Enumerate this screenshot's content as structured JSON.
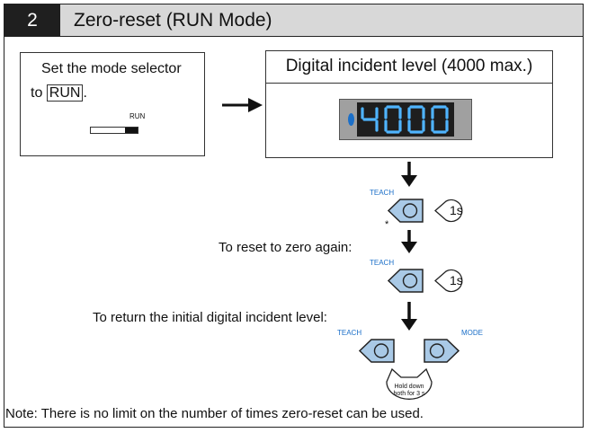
{
  "header": {
    "step_number": "2",
    "title": "Zero-reset (RUN Mode)"
  },
  "left_box": {
    "line1": "Set the mode selector",
    "line2_prefix": "to",
    "line2_boxed": "RUN",
    "line2_suffix": ".",
    "switch_label": "RUN"
  },
  "right_box": {
    "title": "Digital incident level (4000 max.)",
    "display_value": "4000"
  },
  "steps": {
    "asterisk": "*",
    "teach_label": "TEACH",
    "mode_label": "MODE",
    "hold_time": "1s",
    "reset_again_text": "To reset to zero again:",
    "return_text": "To return the initial digital incident level:",
    "hold_both_line1": "Hold down",
    "hold_both_line2": "both for 3 s"
  },
  "footer_note": "Note: There is no limit on the number of times zero-reset can be used.",
  "colors": {
    "accent_blue": "#1b6fc8",
    "lcd_digit": "#4fb4ff",
    "header_bg": "#d8d8d8",
    "step_bg": "#1f1f1f",
    "button_fill": "#a9c9e6"
  }
}
